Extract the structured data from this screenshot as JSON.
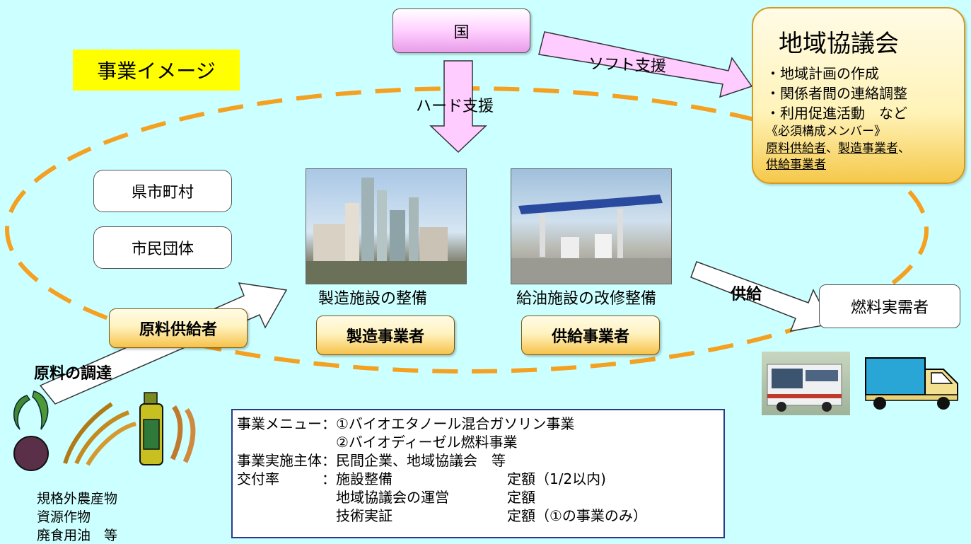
{
  "kuni": "国",
  "soft_support": "ソフト支援",
  "hard_support": "ハード支援",
  "jigyo_image": "事業イメージ",
  "council": {
    "title": "地域協議会",
    "items": [
      "・地域計画の作成",
      "・関係者間の連絡調整",
      "・利用促進活動　など"
    ],
    "members_heading": "《必須構成メンバー》",
    "member_1": "原料供給者",
    "sep_1": "、",
    "member_2": "製造事業者",
    "sep_2": "、",
    "member_3": "供給事業者"
  },
  "prefecture": "県市町村",
  "citizens": "市民団体",
  "facility_caption": "製造施設の整備",
  "station_caption": "給油施設の改修整備",
  "raw_supplier": "原料供給者",
  "manufacturer": "製造事業者",
  "supplier": "供給事業者",
  "supply": "供給",
  "fuel_users": "燃料実需者",
  "procurement": "原料の調達",
  "raw_items": [
    "規格外農産物",
    "資源作物",
    "廃食用油　等"
  ],
  "menu": {
    "rows": [
      [
        "事業メニュー：①バイオエタノール混合ガソリン事業",
        ""
      ],
      [
        "　　　　　　　②バイオディーゼル燃料事業",
        ""
      ],
      [
        "事業実施主体：民間企業、地域協議会　等",
        ""
      ],
      [
        "交付率　　　：施設整備",
        "定額（1/2以内)"
      ],
      [
        "　　　　　　　地域協議会の運営",
        "定額"
      ],
      [
        "　　　　　　　技術実証",
        "定額（①の事業のみ）"
      ]
    ]
  },
  "colors": {
    "background": "#ccffff",
    "dash": "#f4a020",
    "arrow_fill": "#ffccff",
    "label_yellow": "#ffff00"
  }
}
